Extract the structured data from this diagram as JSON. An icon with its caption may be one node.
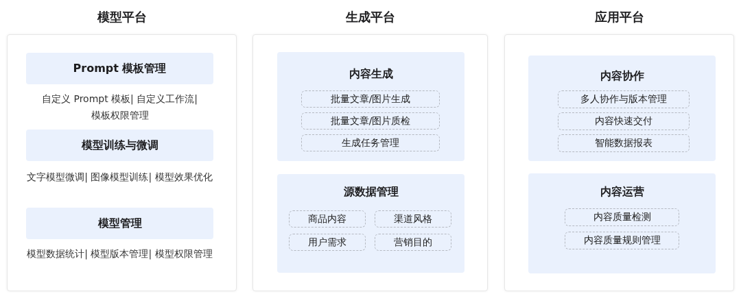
{
  "diagram": {
    "nodes": [
      {
        "text": [
          "模型平台"
        ]
      },
      {
        "text": [
          "Prompt 模板管理"
        ],
        "in": 0,
        "beside": [
          "自定义 Prompt 模板| 自定义工作流| 模板权限管理"
        ]
      },
      {
        "text": [
          "模型训练与微调"
        ],
        "in": 0,
        "beside": [
          "文字模型微调| 图像模型训练| 模型效果优化"
        ]
      },
      {
        "text": [
          "模型管理"
        ],
        "in": 0,
        "beside": [
          "模型数据统计| 模型版本管理| 模型权限管理"
        ]
      },
      {
        "text": [
          "生成平台"
        ]
      },
      {
        "text": [
          "内容生成"
        ],
        "in": 4
      },
      {
        "text": [
          "批量文章/图片生成"
        ],
        "in": 5
      },
      {
        "text": [
          "批量文章/图片质检"
        ],
        "in": 5
      },
      {
        "text": [
          "生成任务管理"
        ],
        "in": 5
      },
      {
        "text": [
          "源数据管理"
        ],
        "in": 4
      },
      {
        "text": [
          "商品内容"
        ],
        "in": 9
      },
      {
        "text": [
          "渠道风格"
        ],
        "in": 9
      },
      {
        "text": [
          "用户需求"
        ],
        "in": 9
      },
      {
        "text": [
          "营销目的"
        ],
        "in": 9
      },
      {
        "text": [
          "应用平台"
        ]
      },
      {
        "text": [
          "内容协作"
        ],
        "in": 14
      },
      {
        "text": [
          "多人协作与版本管理"
        ],
        "in": 15
      },
      {
        "text": [
          "内容快速交付"
        ],
        "in": 15
      },
      {
        "text": [
          "智能数据报表"
        ],
        "in": 15
      },
      {
        "text": [
          "内容运营"
        ],
        "in": 14
      },
      {
        "text": [
          "内容质量检测"
        ],
        "in": 19
      },
      {
        "text": [
          "内容质量规则管理"
        ],
        "in": 19
      }
    ]
  }
}
